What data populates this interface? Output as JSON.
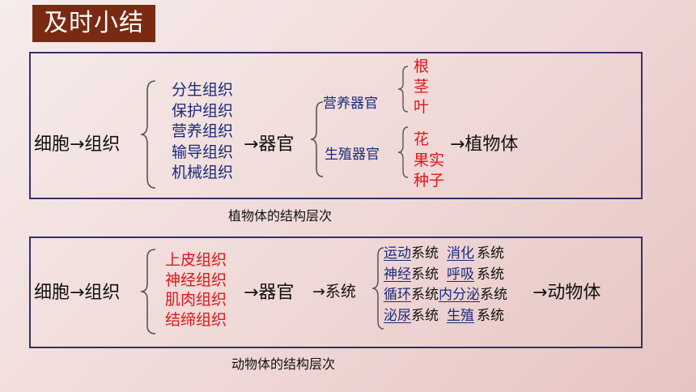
{
  "title": "及时小结",
  "plant": {
    "start": "细胞→组织",
    "tissues": [
      "分生组织",
      "保护组织",
      "营养组织",
      "输导组织",
      "机械组织"
    ],
    "organ": "→器官",
    "organ_groups": [
      {
        "name": "营养器官",
        "items": [
          "根",
          "茎",
          "叶"
        ]
      },
      {
        "name": "生殖器官",
        "items": [
          "花",
          "果实",
          "种子"
        ]
      }
    ],
    "end": "→植物体",
    "caption": "植物体的结构层次"
  },
  "animal": {
    "start": "细胞→组织",
    "tissues": [
      "上皮组织",
      "神经组织",
      "肌肉组织",
      "结缔组织"
    ],
    "organ": "→器官",
    "system": "→系统",
    "systems": [
      {
        "left": "运动",
        "right": "消化"
      },
      {
        "left": "神经",
        "right": "呼吸"
      },
      {
        "left": "循环",
        "right": "内分泌"
      },
      {
        "left": "泌尿",
        "right": "生殖"
      }
    ],
    "system_word": "系统",
    "end": "→动物体",
    "caption": "动物体的结构层次"
  },
  "colors": {
    "title_bg": "#7a2a12",
    "border": "#35306b",
    "navy_text": "#1b2a7c",
    "red_text": "#e0141b"
  }
}
